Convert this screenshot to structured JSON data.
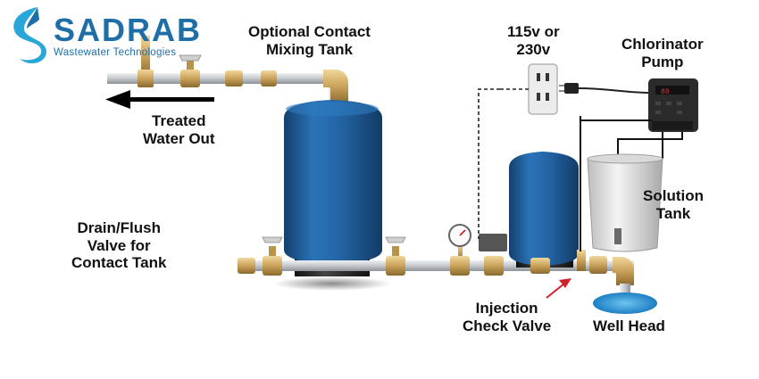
{
  "logo": {
    "name": "SADRAB",
    "tagline": "Wastewater Technologies",
    "brand_color": "#1e6fa8",
    "accent_color": "#2aa7d8"
  },
  "labels": {
    "mixing_tank": "Optional Contact\nMixing Tank",
    "voltage": "115v or\n230v",
    "pump": "Chlorinator\nPump",
    "treated_water": "Treated\nWater Out",
    "solution_tank": "Solution\nTank",
    "drain_valve": "Drain/Flush\nValve for\nContact Tank",
    "check_valve": "Injection\nCheck Valve",
    "well_head": "Well Head"
  },
  "colors": {
    "tank_blue": "#1f5fa0",
    "brass": "#c9a25a",
    "pipe": "#c8ccd0",
    "arrow_red": "#d0202a"
  }
}
